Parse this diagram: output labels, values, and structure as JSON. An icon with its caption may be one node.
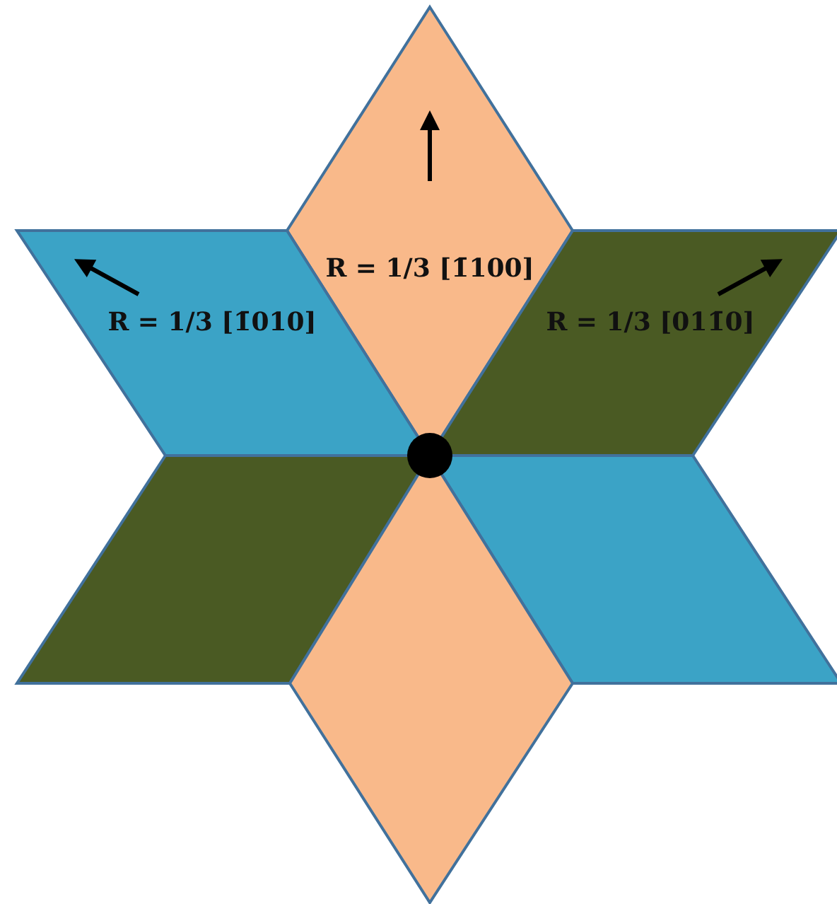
{
  "diagram": {
    "nodes": [
      {
        "text": [
          "R = 1/3 [1̄100]"
        ]
      },
      {
        "text": [
          "R = 1/3 [1̄010]"
        ]
      },
      {
        "text": [
          "R = 1/3 [011̄0]"
        ]
      },
      {
        "text": [],
        "shape": "circle"
      },
      {
        "text": [],
        "shape": "diamond"
      },
      {
        "text": [],
        "shape": "diamond"
      },
      {
        "text": [],
        "shape": "diamond"
      }
    ]
  }
}
